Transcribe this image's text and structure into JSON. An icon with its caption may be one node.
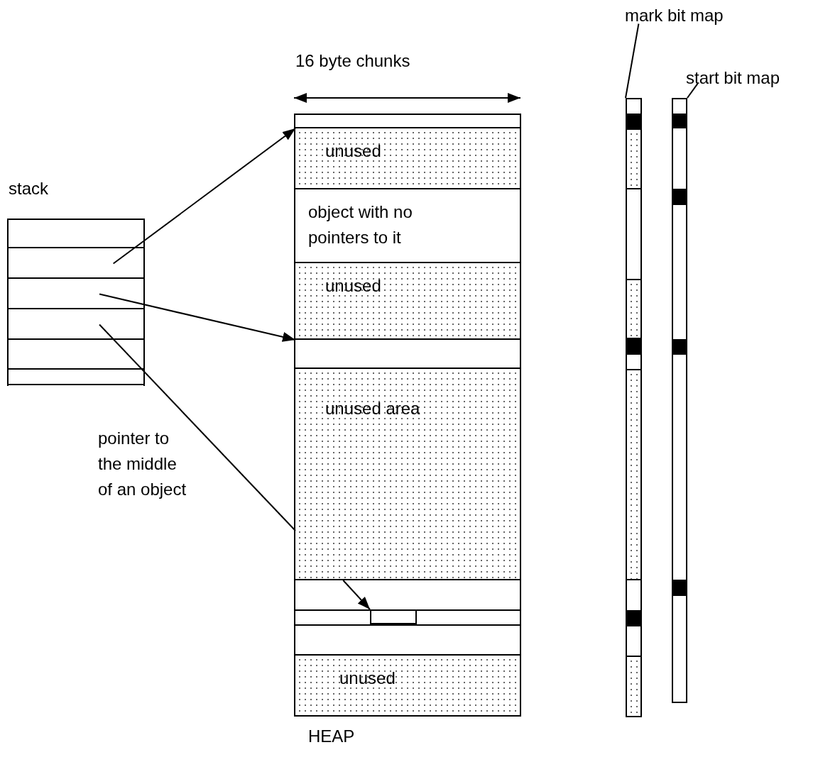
{
  "diagram": {
    "nodes": [
      {
        "text": [
          "stack"
        ]
      },
      {
        "text": [],
        "shape": "box",
        "in": 0
      },
      {
        "text": [],
        "shape": "box",
        "in": 0
      },
      {
        "text": [],
        "shape": "box",
        "in": 0
      },
      {
        "text": [],
        "shape": "box",
        "in": 0
      },
      {
        "text": [],
        "shape": "box",
        "in": 0
      },
      {
        "text": [],
        "shape": "box",
        "in": 0
      },
      {
        "text": [
          "HEAP"
        ]
      },
      {
        "text": [],
        "shape": "box",
        "in": 7
      },
      {
        "text": [
          "unused"
        ],
        "in": 7
      },
      {
        "text": [
          "object with no pointers to it"
        ],
        "in": 7
      },
      {
        "text": [
          "unused"
        ],
        "in": 7
      },
      {
        "text": [],
        "shape": "box",
        "in": 7
      },
      {
        "text": [
          "unused area"
        ],
        "in": 7
      },
      {
        "text": [],
        "shape": "box",
        "in": 7
      },
      {
        "text": [],
        "shape": "box",
        "in": 7
      },
      {
        "text": [],
        "shape": "box",
        "in": 15
      },
      {
        "text": [],
        "shape": "box",
        "in": 7
      },
      {
        "text": [
          "unused"
        ],
        "in": 7
      },
      {
        "text": [
          "mark bit map"
        ]
      },
      {
        "text": [],
        "shape": "bar"
      },
      {
        "text": [
          "start bit map"
        ]
      },
      {
        "text": [],
        "shape": "bar"
      }
    ],
    "edges": [
      {
        "from": 2,
        "to": 9,
        "arrow": "to"
      },
      {
        "from": 3,
        "to": 12,
        "arrow": "to"
      },
      {
        "from": 4,
        "to": 13,
        "arrow": "none"
      },
      {
        "from": 14,
        "to": 16,
        "arrow": "to"
      },
      {
        "from": 19,
        "to": 20,
        "arrow": "none"
      },
      {
        "from": 21,
        "to": 22,
        "arrow": "none"
      }
    ],
    "labels": [
      "16 byte chunks",
      "pointer to the middle of an object"
    ]
  }
}
